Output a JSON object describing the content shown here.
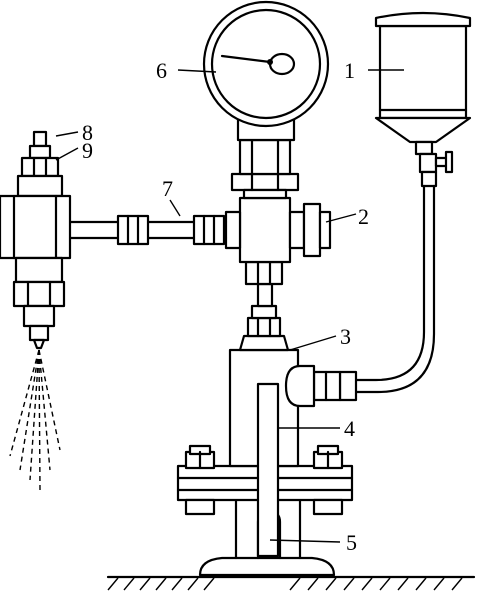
{
  "diagram": {
    "labels": [
      {
        "id": "fuel-tank",
        "text": "1"
      },
      {
        "id": "shutoff-valve",
        "text": "2"
      },
      {
        "id": "pump-head",
        "text": "3"
      },
      {
        "id": "plunger",
        "text": "4"
      },
      {
        "id": "lever",
        "text": "5"
      },
      {
        "id": "pressure-gauge",
        "text": "6"
      },
      {
        "id": "high-pressure-pipe",
        "text": "7"
      },
      {
        "id": "adjusting-screw",
        "text": "8"
      },
      {
        "id": "lock-nut",
        "text": "9"
      }
    ]
  }
}
